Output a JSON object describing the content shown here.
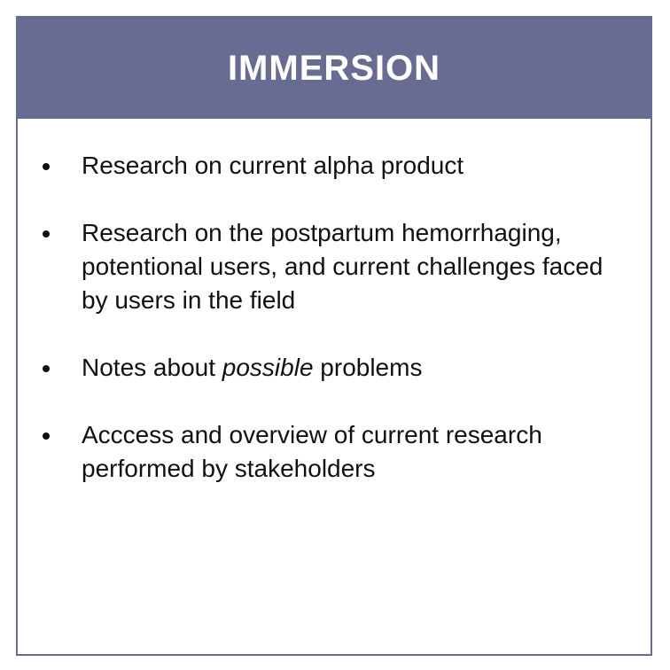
{
  "card": {
    "title": "IMMERSION",
    "header_color": "#676c92",
    "items": [
      {
        "text": "Research on current alpha product"
      },
      {
        "text": "Research on the postpartum hemorrhaging, potentional users, and current challenges faced by users in the field"
      },
      {
        "pre": "Notes about ",
        "em": "possible",
        "post": " problems"
      },
      {
        "text": "Acccess and overview of current research performed by stakeholders"
      }
    ]
  }
}
